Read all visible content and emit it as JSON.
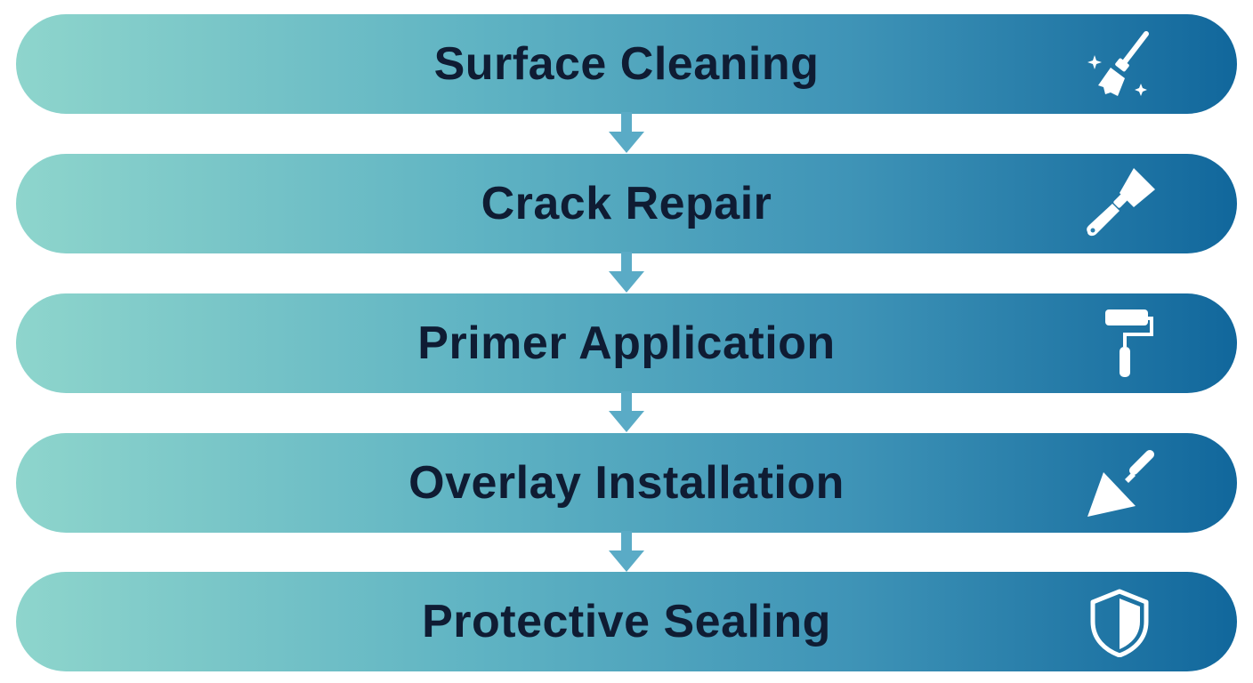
{
  "colors": {
    "gradient_start": "#8ed5cc",
    "gradient_end": "#11679c",
    "label_text": "#0f1c33",
    "arrow": "#5aabc6",
    "icon": "#ffffff"
  },
  "steps": [
    {
      "label": "Surface Cleaning",
      "icon": "broom-icon"
    },
    {
      "label": "Crack Repair",
      "icon": "putty-knife-icon"
    },
    {
      "label": "Primer Application",
      "icon": "paint-roller-icon"
    },
    {
      "label": "Overlay Installation",
      "icon": "trowel-icon"
    },
    {
      "label": "Protective Sealing",
      "icon": "shield-icon"
    }
  ]
}
